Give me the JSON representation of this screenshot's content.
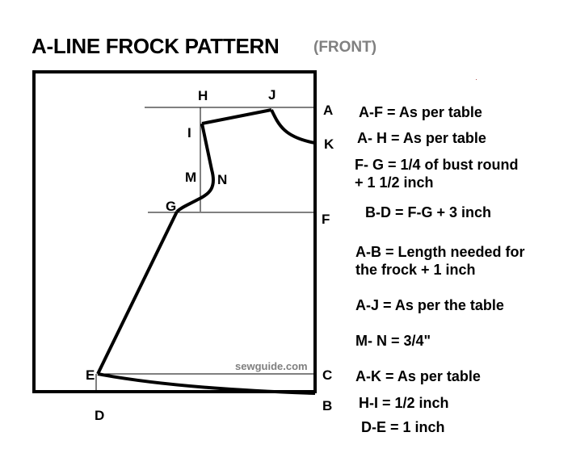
{
  "header": {
    "title": "A-LINE FROCK PATTERN",
    "subtitle": "(FRONT)"
  },
  "diagram": {
    "points": {
      "A": "A",
      "B": "B",
      "C": "C",
      "D": "D",
      "E": "E",
      "F": "F",
      "G": "G",
      "H": "H",
      "I": "I",
      "J": "J",
      "K": "K",
      "M": "M",
      "N": "N"
    },
    "watermark": "sewguide.com",
    "colors": {
      "line": "#000000",
      "watermark": "#7f7f7f",
      "subtitle": "#808080"
    }
  },
  "notes": [
    {
      "id": "a-f",
      "text": "A-F =  As per table"
    },
    {
      "id": "a-h",
      "text": "A- H = As per table"
    },
    {
      "id": "f-g-1",
      "text": "F- G = 1/4 of bust round"
    },
    {
      "id": "f-g-2",
      "text": "+ 1 1/2 inch"
    },
    {
      "id": "b-d",
      "text": "B-D =   F-G  + 3 inch"
    },
    {
      "id": "a-b-1",
      "text": "A-B = Length needed for"
    },
    {
      "id": "a-b-2",
      "text": "the frock +   1  inch"
    },
    {
      "id": "a-j",
      "text": "A-J = As per the table"
    },
    {
      "id": "m-n",
      "text": "M- N =  3/4\""
    },
    {
      "id": "a-k",
      "text": "A-K = As per table"
    },
    {
      "id": "h-i",
      "text": "H-I = 1/2 inch"
    },
    {
      "id": "d-e",
      "text": "D-E =   1   inch"
    }
  ]
}
